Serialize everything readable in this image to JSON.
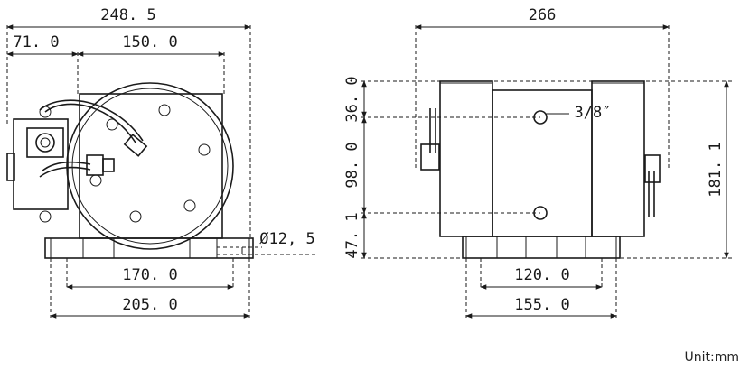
{
  "front_view": {
    "overall_width": "248. 5",
    "offset_left": "71. 0",
    "drum_diameter": "150. 0",
    "hole_dia": "Ø12, 5",
    "base_inner": "170. 0",
    "base_outer": "205. 0"
  },
  "side_view": {
    "overall_width": "266",
    "port_size": "3/8″",
    "height_a": "36. 0",
    "height_b": "98. 0",
    "height_c": "47. 1",
    "overall_height": "181. 1",
    "base_inner": "120. 0",
    "base_outer": "155. 0"
  },
  "unit_label": "Unit:mm"
}
